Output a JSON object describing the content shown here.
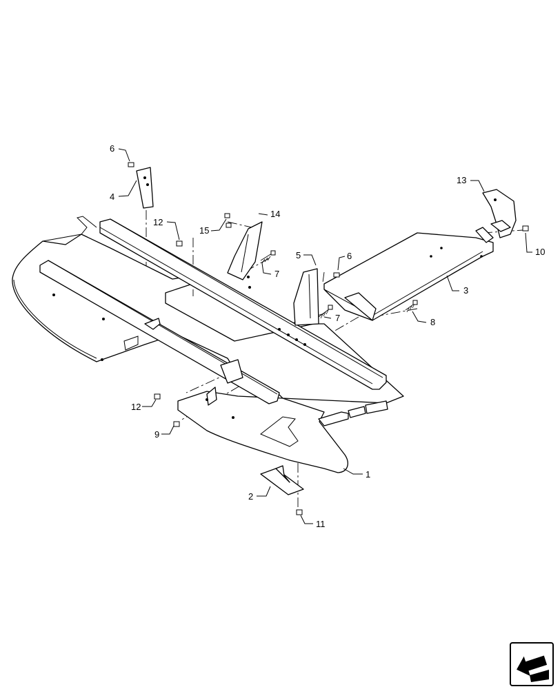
{
  "callouts": {
    "c1": "1",
    "c2": "2",
    "c3": "3",
    "c4": "4",
    "c5": "5",
    "c6a": "6",
    "c6b": "6",
    "c7a": "7",
    "c7b": "7",
    "c8": "8",
    "c9": "9",
    "c10": "10",
    "c11": "11",
    "c12a": "12",
    "c12b": "12",
    "c13": "13",
    "c14": "14",
    "c15": "15"
  },
  "icons": {
    "corner": "direction-arrow-icon"
  }
}
